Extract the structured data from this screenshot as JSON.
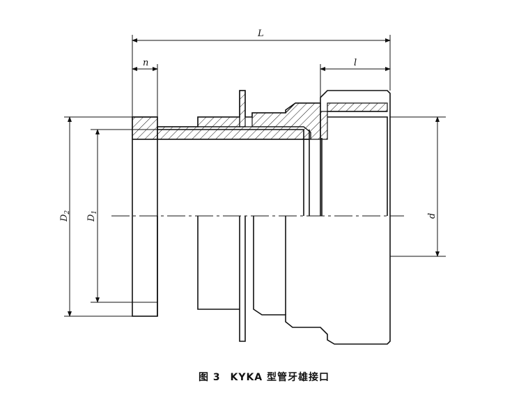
{
  "figure": {
    "caption_number": "图 3",
    "caption_title": "KYKA 型管牙雄接口"
  },
  "dimensions": {
    "L": "L",
    "n": "n",
    "l": "l",
    "D2": "D",
    "D2_sub": "2",
    "D1": "D",
    "D1_sub": "1",
    "d": "d"
  }
}
